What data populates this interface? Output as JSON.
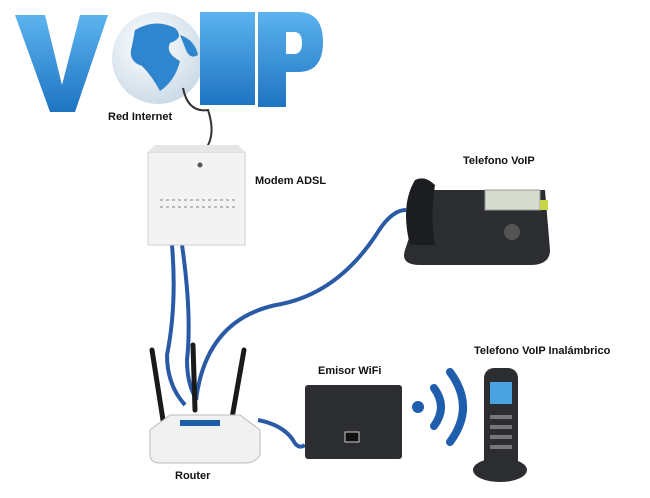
{
  "logo": {
    "text": "VOIP"
  },
  "labels": {
    "internet": "Red Internet",
    "modem": "Modem ADSL",
    "phone": "Telefono VoIP",
    "router": "Router",
    "wifi_emitter": "Emisor WiFi",
    "wireless_phone": "Telefono VoIP Inalámbrico"
  },
  "colors": {
    "logo_blue": "#2f8fd8",
    "cable_blue": "#2a5aa6",
    "device_dark": "#2b2d30"
  }
}
